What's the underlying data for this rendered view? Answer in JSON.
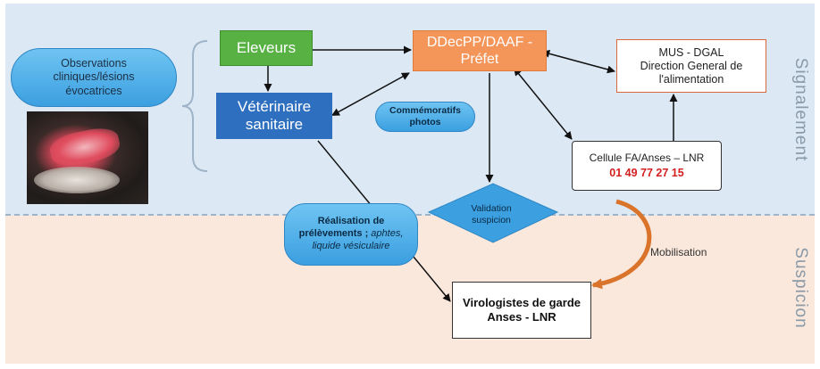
{
  "zones": {
    "top_label": "Signalement",
    "bottom_label": "Suspicion"
  },
  "nodes": {
    "observations": [
      "Observations",
      "cliniques/lésions",
      "évocatrices"
    ],
    "eleveurs": "Eleveurs",
    "veterinaire": [
      "Vétérinaire",
      "sanitaire"
    ],
    "ddecpp": [
      "DDecPP/DAAF -",
      "Préfet"
    ],
    "mus": [
      "MUS - DGAL",
      "Direction General de",
      "l'alimentation"
    ],
    "commemoratifs": [
      "Commémoratifs",
      "photos"
    ],
    "cellule": {
      "line1": "Cellule FA/Anses – LNR",
      "phone": "01 49 77 27 15"
    },
    "validation": [
      "Validation",
      "suspicion"
    ],
    "realisation": {
      "line1": "Réalisation de",
      "line2_plain": "prélèvements ;",
      "line2_italic": " aphtes,",
      "line3": "liquide vésiculaire"
    },
    "virologistes": [
      "Virologistes de garde",
      "Anses - LNR"
    ],
    "mobilisation": "Mobilisation"
  },
  "colors": {
    "green": "#57b243",
    "blue": "#2f6fc0",
    "orange": "#f4965a",
    "pill_blue": "#3b9fe0",
    "phone_red": "#d42020",
    "curve_orange": "#d9742a",
    "top_zone": "#dce9f5",
    "bottom_zone": "#fae8dd"
  },
  "icons": {
    "photo": "lesion-photo",
    "brace": "bracket-icon"
  }
}
